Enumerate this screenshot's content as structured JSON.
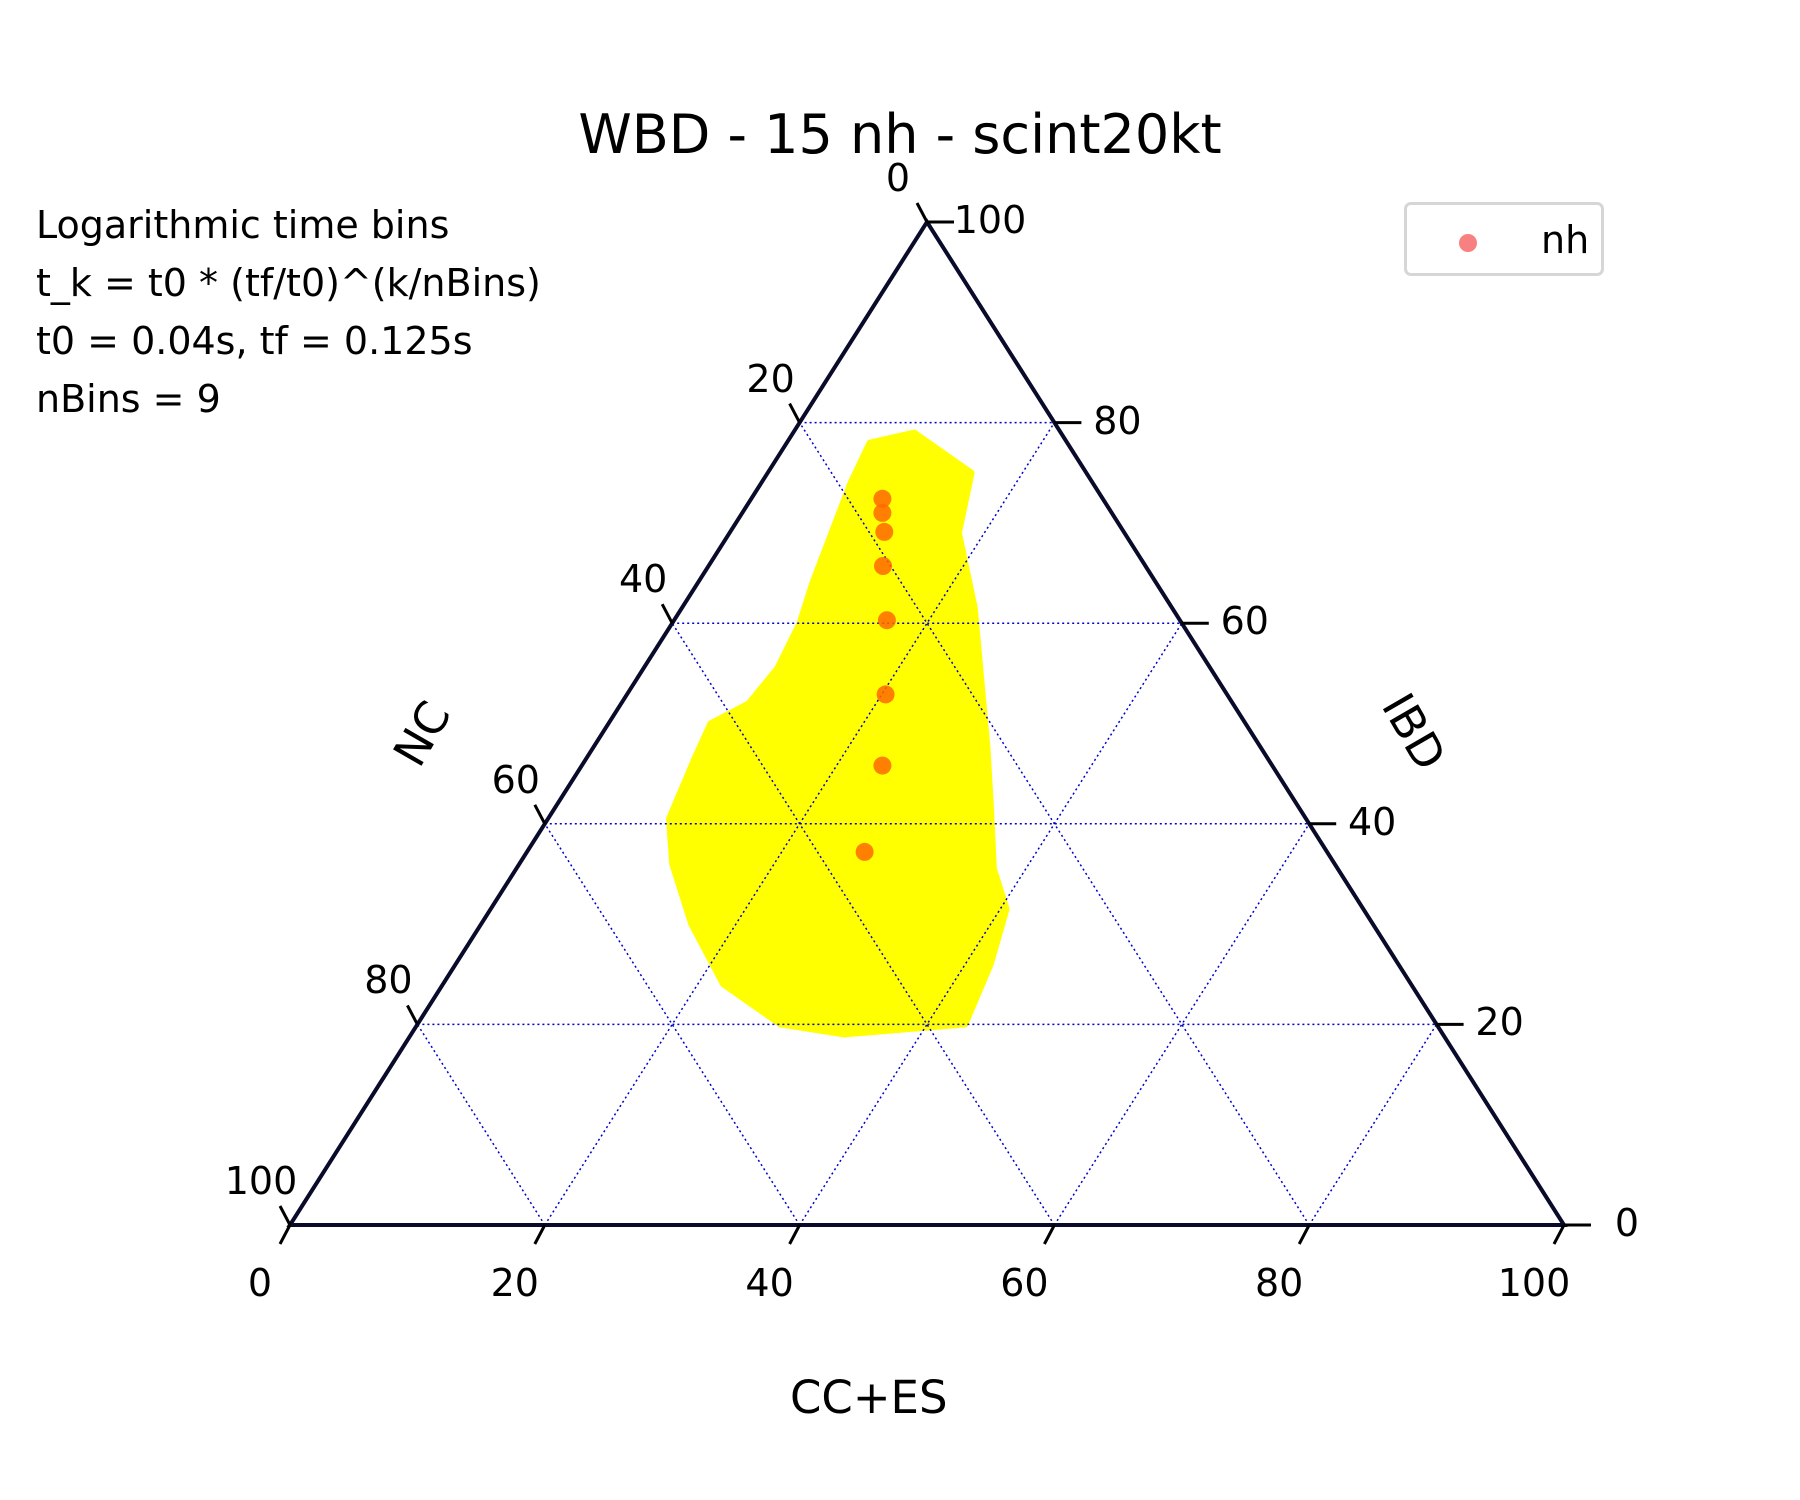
{
  "chart_data": {
    "type": "ternary-scatter",
    "title": "WBD - 15 nh - scint20kt",
    "annotation_lines": [
      "Logarithmic time bins",
      "t_k = t0 * (tf/t0)^(k/nBins)",
      "t0 = 0.04s, tf = 0.125s",
      "nBins = 9"
    ],
    "axes": {
      "bottom": {
        "label": "CC+ES",
        "ticks": [
          "0",
          "20",
          "40",
          "60",
          "80",
          "100"
        ]
      },
      "left": {
        "label": "NC",
        "ticks": [
          "0",
          "20",
          "40",
          "60",
          "80",
          "100"
        ]
      },
      "right": {
        "label": "IBD",
        "ticks": [
          "0",
          "20",
          "40",
          "60",
          "80",
          "100"
        ]
      },
      "range": [
        0,
        100
      ],
      "grid": true
    },
    "series": [
      {
        "name": "nh",
        "color": "#ff6a00",
        "legend_color": "#f88080",
        "points": [
          {
            "IBD": 72.4,
            "NC": 17.3,
            "CC+ES": 10.3
          },
          {
            "IBD": 71.0,
            "NC": 18.0,
            "CC+ES": 11.0
          },
          {
            "IBD": 69.1,
            "NC": 18.8,
            "CC+ES": 12.1
          },
          {
            "IBD": 65.7,
            "NC": 20.6,
            "CC+ES": 13.7
          },
          {
            "IBD": 60.3,
            "NC": 23.0,
            "CC+ES": 16.7
          },
          {
            "IBD": 52.9,
            "NC": 26.8,
            "CC+ES": 20.3
          },
          {
            "IBD": 45.8,
            "NC": 30.6,
            "CC+ES": 23.6
          },
          {
            "IBD": 37.2,
            "NC": 36.3,
            "CC+ES": 26.5
          }
        ]
      }
    ],
    "confidence_region": {
      "color": "#ffff00",
      "outline": [
        {
          "IBD": 79.0,
          "NC": 11.5,
          "CC+ES": 9.5
        },
        {
          "IBD": 75.0,
          "NC": 9.0,
          "CC+ES": 16.0
        },
        {
          "IBD": 69.0,
          "NC": 13.0,
          "CC+ES": 18.0
        },
        {
          "IBD": 61.5,
          "NC": 15.5,
          "CC+ES": 23.0
        },
        {
          "IBD": 47.5,
          "NC": 21.5,
          "CC+ES": 31.0
        },
        {
          "IBD": 42.0,
          "NC": 24.0,
          "CC+ES": 34.0
        },
        {
          "IBD": 35.5,
          "NC": 27.0,
          "CC+ES": 37.5
        },
        {
          "IBD": 31.5,
          "NC": 28.0,
          "CC+ES": 40.5
        },
        {
          "IBD": 26.0,
          "NC": 32.0,
          "CC+ES": 42.0
        },
        {
          "IBD": 20.0,
          "NC": 37.0,
          "CC+ES": 43.0
        },
        {
          "IBD": 19.5,
          "NC": 42.0,
          "CC+ES": 38.5
        },
        {
          "IBD": 19.0,
          "NC": 47.0,
          "CC+ES": 34.0
        },
        {
          "IBD": 20.0,
          "NC": 51.5,
          "CC+ES": 28.5
        },
        {
          "IBD": 24.0,
          "NC": 54.0,
          "CC+ES": 22.0
        },
        {
          "IBD": 30.0,
          "NC": 53.5,
          "CC+ES": 16.5
        },
        {
          "IBD": 36.0,
          "NC": 52.0,
          "CC+ES": 12.0
        },
        {
          "IBD": 40.5,
          "NC": 50.0,
          "CC+ES": 9.5
        },
        {
          "IBD": 46.5,
          "NC": 45.0,
          "CC+ES": 8.5
        },
        {
          "IBD": 50.0,
          "NC": 42.0,
          "CC+ES": 8.0
        },
        {
          "IBD": 52.0,
          "NC": 38.0,
          "CC+ES": 10.0
        },
        {
          "IBD": 55.5,
          "NC": 34.0,
          "CC+ES": 10.5
        },
        {
          "IBD": 60.0,
          "NC": 30.0,
          "CC+ES": 10.0
        },
        {
          "IBD": 64.0,
          "NC": 27.0,
          "CC+ES": 9.0
        },
        {
          "IBD": 69.0,
          "NC": 23.0,
          "CC+ES": 8.0
        },
        {
          "IBD": 74.0,
          "NC": 19.0,
          "CC+ES": 7.0
        },
        {
          "IBD": 78.0,
          "NC": 15.5,
          "CC+ES": 6.5
        }
      ]
    },
    "legend": {
      "position": "top-right"
    }
  }
}
